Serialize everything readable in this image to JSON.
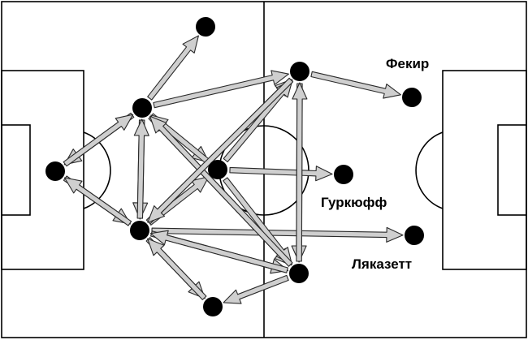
{
  "diagram": {
    "players": [
      {
        "id": "gk-left",
        "label": ""
      },
      {
        "id": "lcb",
        "label": ""
      },
      {
        "id": "lb-top",
        "label": ""
      },
      {
        "id": "lcm",
        "label": ""
      },
      {
        "id": "dm",
        "label": ""
      },
      {
        "id": "am-top",
        "label": ""
      },
      {
        "id": "rb-bottom",
        "label": ""
      },
      {
        "id": "rm-bottom",
        "label": ""
      },
      {
        "id": "fekir",
        "label": "Фекир"
      },
      {
        "id": "griezmann",
        "label": "Гуркюфф"
      },
      {
        "id": "lacazette",
        "label": "Ляказетт"
      },
      {
        "id": "top-forward",
        "label": ""
      }
    ],
    "passes": [
      {
        "from": "lcb",
        "to": "top-forward"
      },
      {
        "from": "lcb",
        "to": "gk-left"
      },
      {
        "from": "gk-left",
        "to": "lcb"
      },
      {
        "from": "lcb",
        "to": "lcm"
      },
      {
        "from": "lcb",
        "to": "am-top"
      },
      {
        "from": "lcb",
        "to": "rm-bottom"
      },
      {
        "from": "lcb",
        "to": "dm"
      },
      {
        "from": "gk-left",
        "to": "lcm"
      },
      {
        "from": "lcm",
        "to": "gk-left"
      },
      {
        "from": "lcm",
        "to": "lcb"
      },
      {
        "from": "lcm",
        "to": "dm"
      },
      {
        "from": "lcm",
        "to": "am-top"
      },
      {
        "from": "lcm",
        "to": "lacazette"
      },
      {
        "from": "lcm",
        "to": "rm-bottom"
      },
      {
        "from": "lcm",
        "to": "rb-bottom"
      },
      {
        "from": "dm",
        "to": "griezmann"
      },
      {
        "from": "dm",
        "to": "am-top"
      },
      {
        "from": "dm",
        "to": "rm-bottom"
      },
      {
        "from": "dm",
        "to": "lcb"
      },
      {
        "from": "am-top",
        "to": "fekir"
      },
      {
        "from": "am-top",
        "to": "rm-bottom"
      },
      {
        "from": "rm-bottom",
        "to": "am-top"
      },
      {
        "from": "rm-bottom",
        "to": "lcm"
      },
      {
        "from": "rm-bottom",
        "to": "rb-bottom"
      },
      {
        "from": "rm-bottom",
        "to": "lcb"
      },
      {
        "from": "rb-bottom",
        "to": "lcm"
      },
      {
        "from": "am-top",
        "to": "lcm"
      }
    ]
  }
}
